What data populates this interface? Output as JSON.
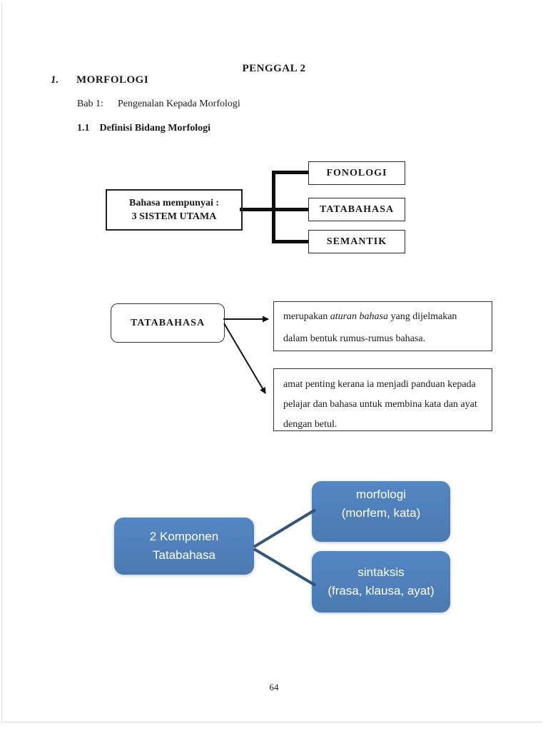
{
  "page": {
    "title": "PENGGAL 2",
    "section_number": "1.",
    "section_title": "MORFOLOGI",
    "chapter_label": "Bab 1:",
    "chapter_title": "Pengenalan Kepada Morfologi",
    "subsection_number": "1.1",
    "subsection_title": "Definisi Bidang Morfologi",
    "page_number": "64"
  },
  "diagram_systems": {
    "root_line1": "Bahasa mempunyai :",
    "root_line2": "3 SISTEM UTAMA",
    "children": [
      "FONOLOGI",
      "TATABAHASA",
      "SEMANTIK"
    ]
  },
  "diagram_tatabahasa": {
    "root": "TATABAHASA",
    "note1_pre": "merupakan ",
    "note1_italic": "aturan bahasa",
    "note1_post": " yang dijelmakan dalam bentuk rumus-rumus bahasa.",
    "note2": "amat penting kerana ia menjadi panduan kepada pelajar dan bahasa untuk membina kata dan ayat dengan betul."
  },
  "diagram_komponen": {
    "root_line1": "2 Komponen",
    "root_line2": "Tatabahasa",
    "child1_line1": "morfologi",
    "child1_line2": "(morfem, kata)",
    "child2_line1": "sintaksis",
    "child2_line2": "(frasa, klausa, ayat)",
    "box_color": "#4e7fba",
    "connector_color": "#325578"
  }
}
